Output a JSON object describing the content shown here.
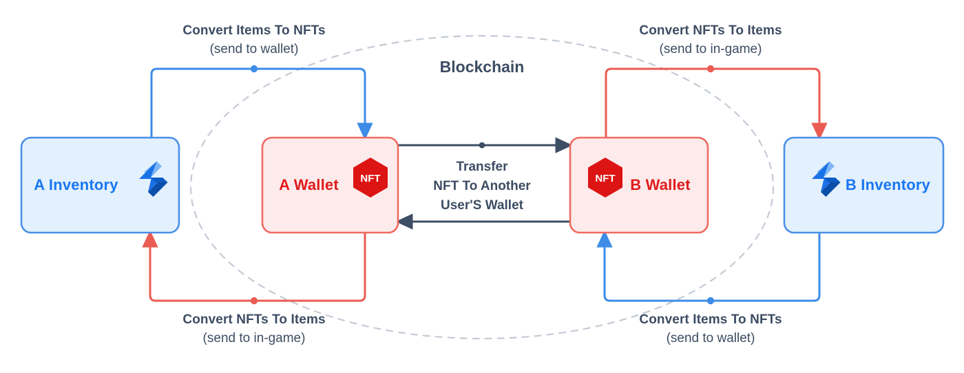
{
  "diagram": {
    "title": "Blockchain",
    "colors": {
      "inventory_fill": "#e3f0fd",
      "inventory_border": "#4a90e8",
      "inventory_text": "#1877f2",
      "wallet_fill": "#fdeaea",
      "wallet_border": "#ee6b62",
      "wallet_text": "#e01b1b",
      "nft_hex": "#dc1414",
      "arrow_blue": "#3d8ce8",
      "arrow_red": "#ea5b52",
      "transfer_arrow": "#3d4d63",
      "caption_text": "#3d4d63",
      "ellipse_dash": "#c4cbd6"
    },
    "nodes": [
      {
        "id": "a-inventory",
        "label": "A Inventory",
        "icon": "lightning-bolt-icon",
        "icon_side": "right",
        "kind": "inventory"
      },
      {
        "id": "a-wallet",
        "label": "A Wallet",
        "icon": "nft-hexagon-icon",
        "icon_side": "right",
        "kind": "wallet",
        "badge": "NFT"
      },
      {
        "id": "b-wallet",
        "label": "B Wallet",
        "icon": "nft-hexagon-icon",
        "icon_side": "left",
        "kind": "wallet",
        "badge": "NFT"
      },
      {
        "id": "b-inventory",
        "label": "B Inventory",
        "icon": "lightning-bolt-icon",
        "icon_side": "left",
        "kind": "inventory"
      }
    ],
    "captions": {
      "top_left": {
        "line1": "Convert Items To NFTs",
        "line2": "(send to wallet)"
      },
      "top_right": {
        "line1": "Convert NFTs To Items",
        "line2": "(send to in-game)"
      },
      "bottom_left": {
        "line1": "Convert NFTs To Items",
        "line2": "(send to in-game)"
      },
      "bottom_right": {
        "line1": "Convert Items To NFTs",
        "line2": "(send to wallet)"
      }
    },
    "transfer": {
      "line1": "Transfer",
      "line2": "NFT To Another",
      "line3": "User'S Wallet"
    }
  }
}
